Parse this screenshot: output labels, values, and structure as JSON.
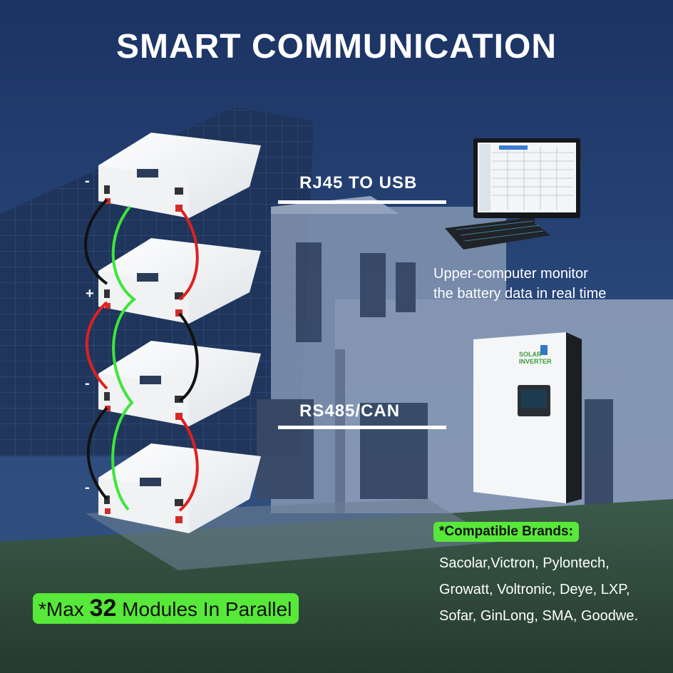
{
  "title": "SMART COMMUNICATION",
  "links": {
    "usb_label": "RJ45 TO USB",
    "can_label": "RS485/CAN"
  },
  "monitor_note": [
    "Upper-computer monitor",
    "the battery data in real time"
  ],
  "polarity": [
    "-",
    "+",
    "-",
    "-"
  ],
  "inverter": {
    "brand_line1": "SOLAR",
    "brand_line2": "INVERTER"
  },
  "brands": {
    "heading": "*Compatible Brands",
    "colon": ":",
    "lines": [
      "Sacolar,Victron, Pylontech,",
      "Growatt, Voltronic, Deye, LXP,",
      "Sofar, GinLong, SMA, Goodwe."
    ]
  },
  "parallel": {
    "prefix": "*Max ",
    "count": "32",
    "suffix": " Modules In Parallel"
  },
  "colors": {
    "accent_green": "#57e83a",
    "cable_red": "#e0201e",
    "cable_green": "#3ee53a",
    "sky": "#1f3a6a"
  }
}
